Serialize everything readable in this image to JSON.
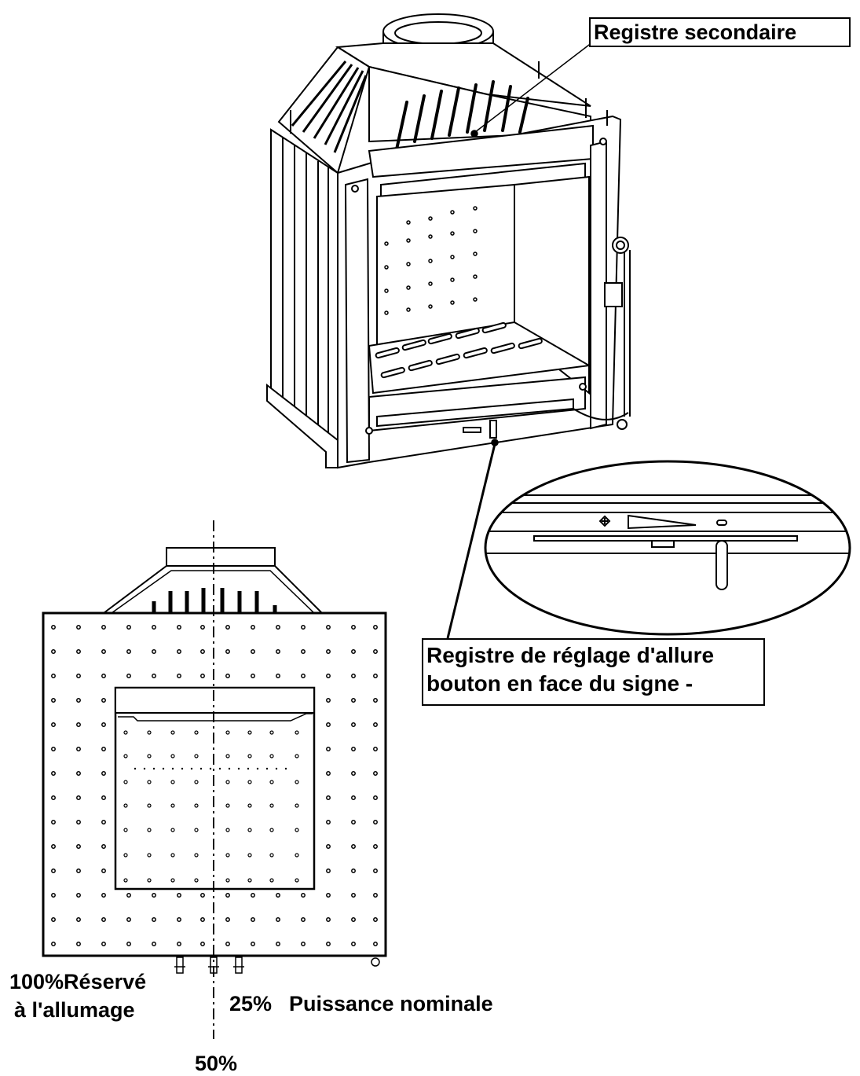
{
  "labels": {
    "registre_secondaire": "Registre secondaire",
    "registre_reglage_line1": "Registre de réglage d'allure",
    "registre_reglage_line2": "bouton en face du signe -",
    "pct_100": "100%Réservé",
    "reserve_allumage": "à l'allumage",
    "pct_25": "25%",
    "puissance_nominale": "Puissance nominale",
    "pct_50": "50%"
  },
  "detail_symbols": {
    "plus": "+",
    "minus": "-"
  },
  "colors": {
    "line": "#000000",
    "background": "#ffffff",
    "shade": "#d8d8d8"
  }
}
